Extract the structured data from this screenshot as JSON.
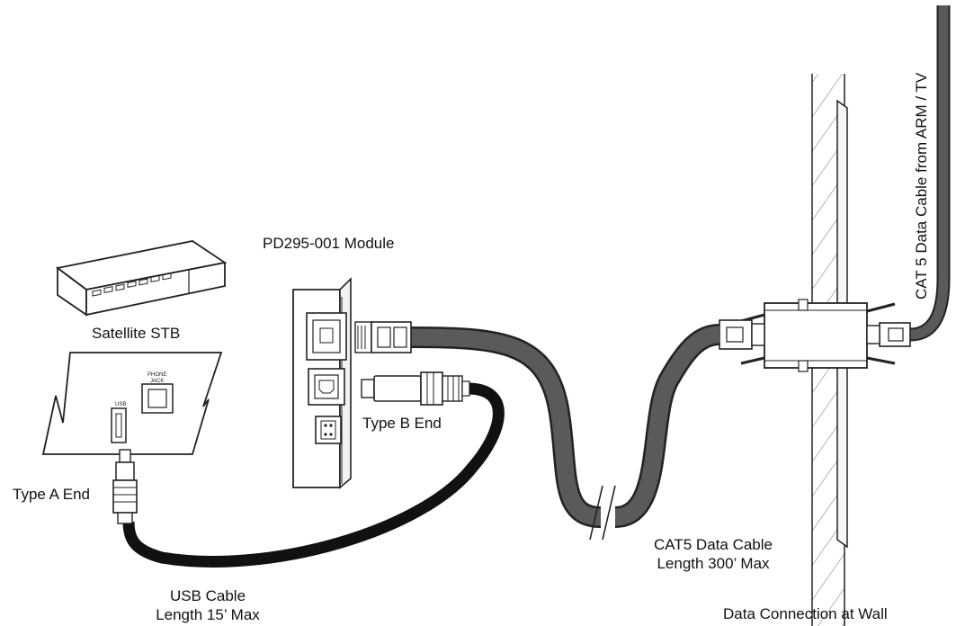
{
  "labels": {
    "module": "PD295-001 Module",
    "stb": "Satellite STB",
    "type_b": "Type B End",
    "type_a": "Type A End",
    "usb_cable_line1": "USB Cable",
    "usb_cable_line2": "Length 15’ Max",
    "cat5_cable_line1": "CAT5 Data Cable",
    "cat5_cable_line2": "Length 300’ Max",
    "wall": "Data Connection at Wall",
    "cat5_from_arm": "CAT 5 Data Cable from ARM / TV",
    "panel_usb": "USB",
    "panel_phone_jack_line1": "PHONE",
    "panel_phone_jack_line2": "JACK"
  }
}
